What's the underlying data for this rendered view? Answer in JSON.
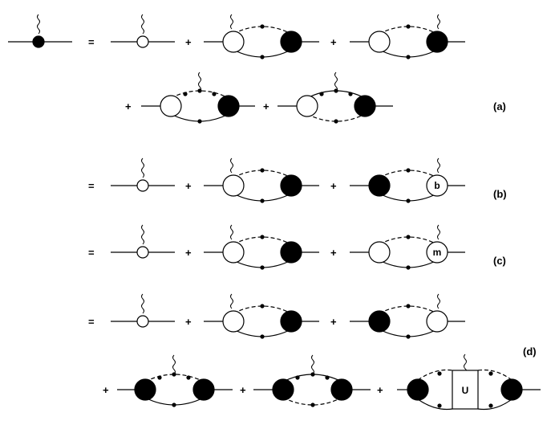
{
  "labels": {
    "a": "(a)",
    "b": "(b)",
    "c": "(c)",
    "d": "(d)"
  },
  "symbols": {
    "equals": "=",
    "plus": "+"
  },
  "vertex_labels": {
    "b": "b",
    "m": "m"
  },
  "box_label": "U",
  "colors": {
    "ink": "#000000",
    "background": "#ffffff",
    "open_vertex": "#ffffff",
    "full_vertex": "#000000"
  }
}
